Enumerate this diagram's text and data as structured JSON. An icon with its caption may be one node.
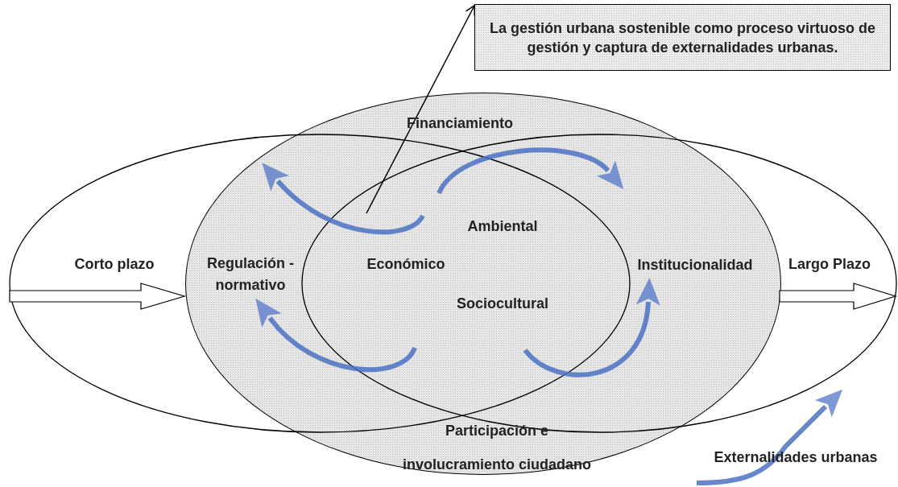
{
  "diagram": {
    "nodes": [
      {
        "text": [
          "La gestión urbana sostenible como proceso virtuoso de gestión y captura de externalidades urbanas."
        ]
      },
      {
        "text": [
          "Financiamiento",
          "Ambiental",
          "Regulación - normativo",
          "Económico",
          "Institucionalidad",
          "Sociocultural",
          "Participación e involucramiento ciudadano"
        ]
      }
    ],
    "edges": [
      {
        "from": 1,
        "to": 0,
        "arrow": "to"
      }
    ],
    "labels": [
      "Corto plazo",
      "Largo Plazo",
      "Externalidades urbanas"
    ]
  }
}
